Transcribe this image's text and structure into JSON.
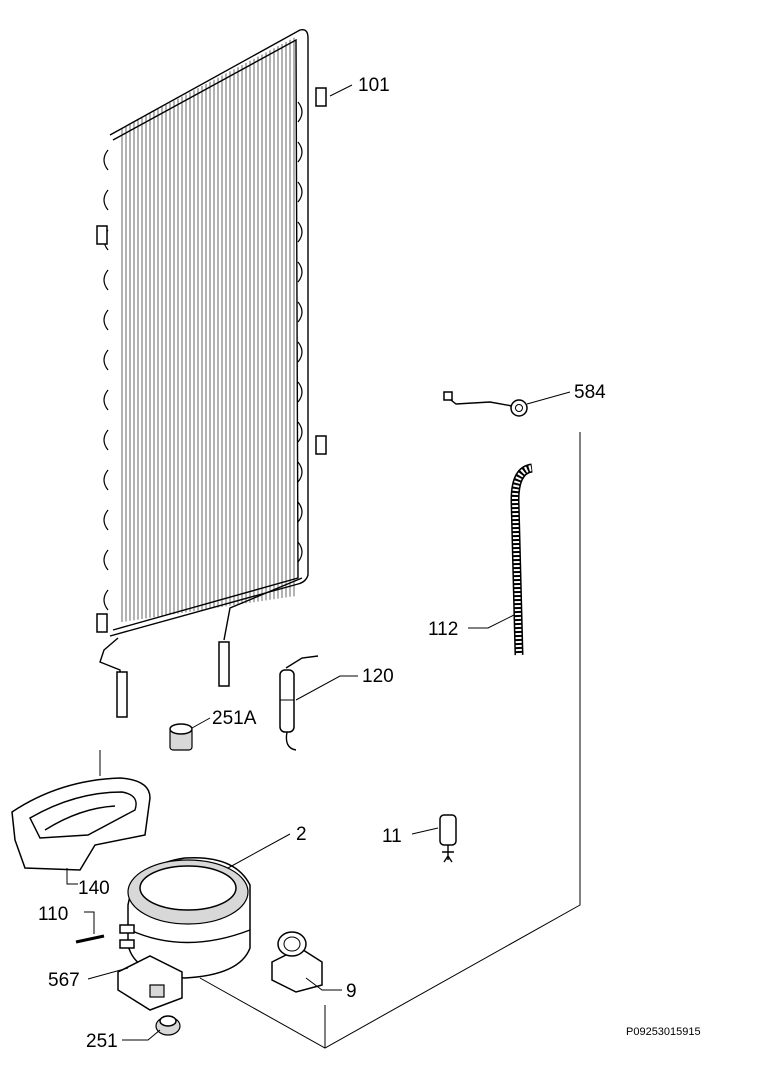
{
  "diagram": {
    "drawing_code": "P09253015915",
    "parts": [
      {
        "key": "101",
        "label": "101",
        "icon": "condenser-icon"
      },
      {
        "key": "584",
        "label": "584",
        "icon": "cable-grommet-icon"
      },
      {
        "key": "112",
        "label": "112",
        "icon": "drain-hose-icon"
      },
      {
        "key": "120",
        "label": "120",
        "icon": "filter-drier-icon"
      },
      {
        "key": "251A",
        "label": "251A",
        "icon": "rubber-grommet-icon"
      },
      {
        "key": "11",
        "label": "11",
        "icon": "thermal-protector-icon"
      },
      {
        "key": "2",
        "label": "2",
        "icon": "compressor-icon"
      },
      {
        "key": "140",
        "label": "140",
        "icon": "drip-tray-icon"
      },
      {
        "key": "110",
        "label": "110",
        "icon": "pin-icon"
      },
      {
        "key": "567",
        "label": "567",
        "icon": "mounting-bracket-icon"
      },
      {
        "key": "9",
        "label": "9",
        "icon": "starter-relay-icon"
      },
      {
        "key": "251",
        "label": "251",
        "icon": "foot-grommet-icon"
      }
    ]
  }
}
